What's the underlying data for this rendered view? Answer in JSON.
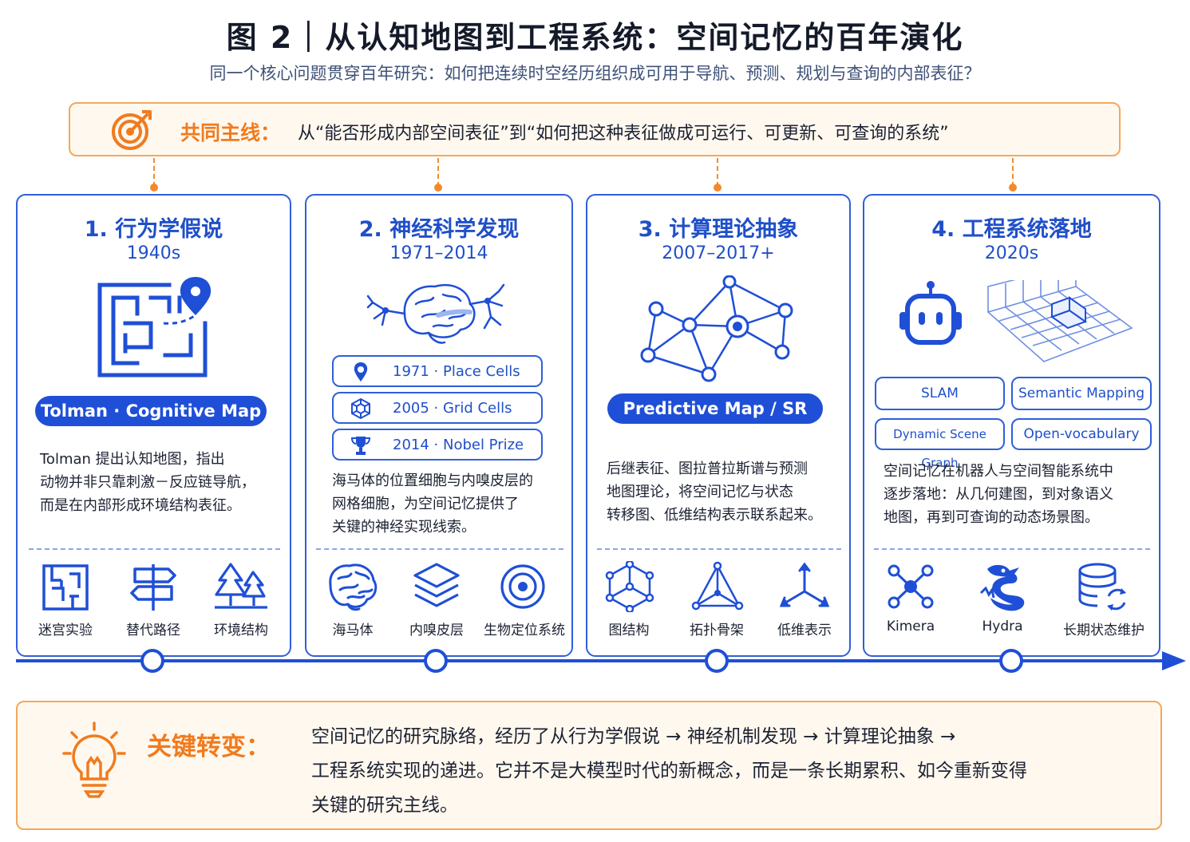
{
  "title": "图 2｜从认知地图到工程系统：空间记忆的百年演化",
  "subtitle": "同一个核心问题贯穿百年研究：如何把连续时空经历组织成可用于导航、预测、规划与查询的内部表征？",
  "mainline": {
    "label": "共同主线：",
    "text": "从“能否形成内部空间表征”到“如何把这种表征做成可运行、可更新、可查询的系统”"
  },
  "colors": {
    "blue": "#1f4fd6",
    "orange": "#f07b1e"
  },
  "cards": [
    {
      "title": "1. 行为学假说",
      "year": "1940s",
      "pill": "Tolman · Cognitive Map",
      "desc": [
        "Tolman 提出认知地图，指出",
        "动物并非只靠刺激－反应链导航，",
        "而是在内部形成环境结构表征。"
      ],
      "icons": [
        {
          "icon": "maze-icon",
          "label": "迷宫实验"
        },
        {
          "icon": "signpost-icon",
          "label": "替代路径"
        },
        {
          "icon": "trees-icon",
          "label": "环境结构"
        }
      ]
    },
    {
      "title": "2. 神经科学发现",
      "year": "1971–2014",
      "chips": [
        {
          "icon": "location-pin-icon",
          "text": "1971 · Place Cells"
        },
        {
          "icon": "hexagon-grid-icon",
          "text": "2005 · Grid Cells"
        },
        {
          "icon": "trophy-icon",
          "text": "2014 · Nobel Prize"
        }
      ],
      "desc": [
        "海马体的位置细胞与内嗅皮层的",
        "网格细胞，为空间记忆提供了",
        "关键的神经实现线索。"
      ],
      "icons": [
        {
          "icon": "brain-icon",
          "label": "海马体"
        },
        {
          "icon": "layers-icon",
          "label": "内嗅皮层"
        },
        {
          "icon": "target-icon",
          "label": "生物定位系统"
        }
      ]
    },
    {
      "title": "3. 计算理论抽象",
      "year": "2007–2017+",
      "pill": "Predictive Map / SR",
      "desc": [
        "后继表征、图拉普拉斯谱与预测",
        "地图理论，将空间记忆与状态",
        "转移图、低维结构表示联系起来。"
      ],
      "icons": [
        {
          "icon": "graph-cube-icon",
          "label": "图结构"
        },
        {
          "icon": "topology-icon",
          "label": "拓扑骨架"
        },
        {
          "icon": "axes-icon",
          "label": "低维表示"
        }
      ]
    },
    {
      "title": "4. 工程系统落地",
      "year": "2020s",
      "tags": [
        "SLAM",
        "Semantic Mapping",
        "Dynamic Scene Graph",
        "Open-vocabulary"
      ],
      "desc": [
        "空间记忆在机器人与空间智能系统中",
        "逐步落地：从几何建图，到对象语义",
        "地图，再到可查询的动态场景图。"
      ],
      "icons": [
        {
          "icon": "network-icon",
          "label": "Kimera"
        },
        {
          "icon": "dragon-icon",
          "label": "Hydra"
        },
        {
          "icon": "database-sync-icon",
          "label": "长期状态维护"
        }
      ]
    }
  ],
  "key_shift": {
    "label": "关键转变：",
    "lines": [
      "空间记忆的研究脉络，经历了从行为学假说 → 神经机制发现 → 计算理论抽象 →",
      "工程系统实现的递进。它并不是大模型时代的新概念，而是一条长期累积、如今重新变得",
      "关键的研究主线。"
    ]
  }
}
